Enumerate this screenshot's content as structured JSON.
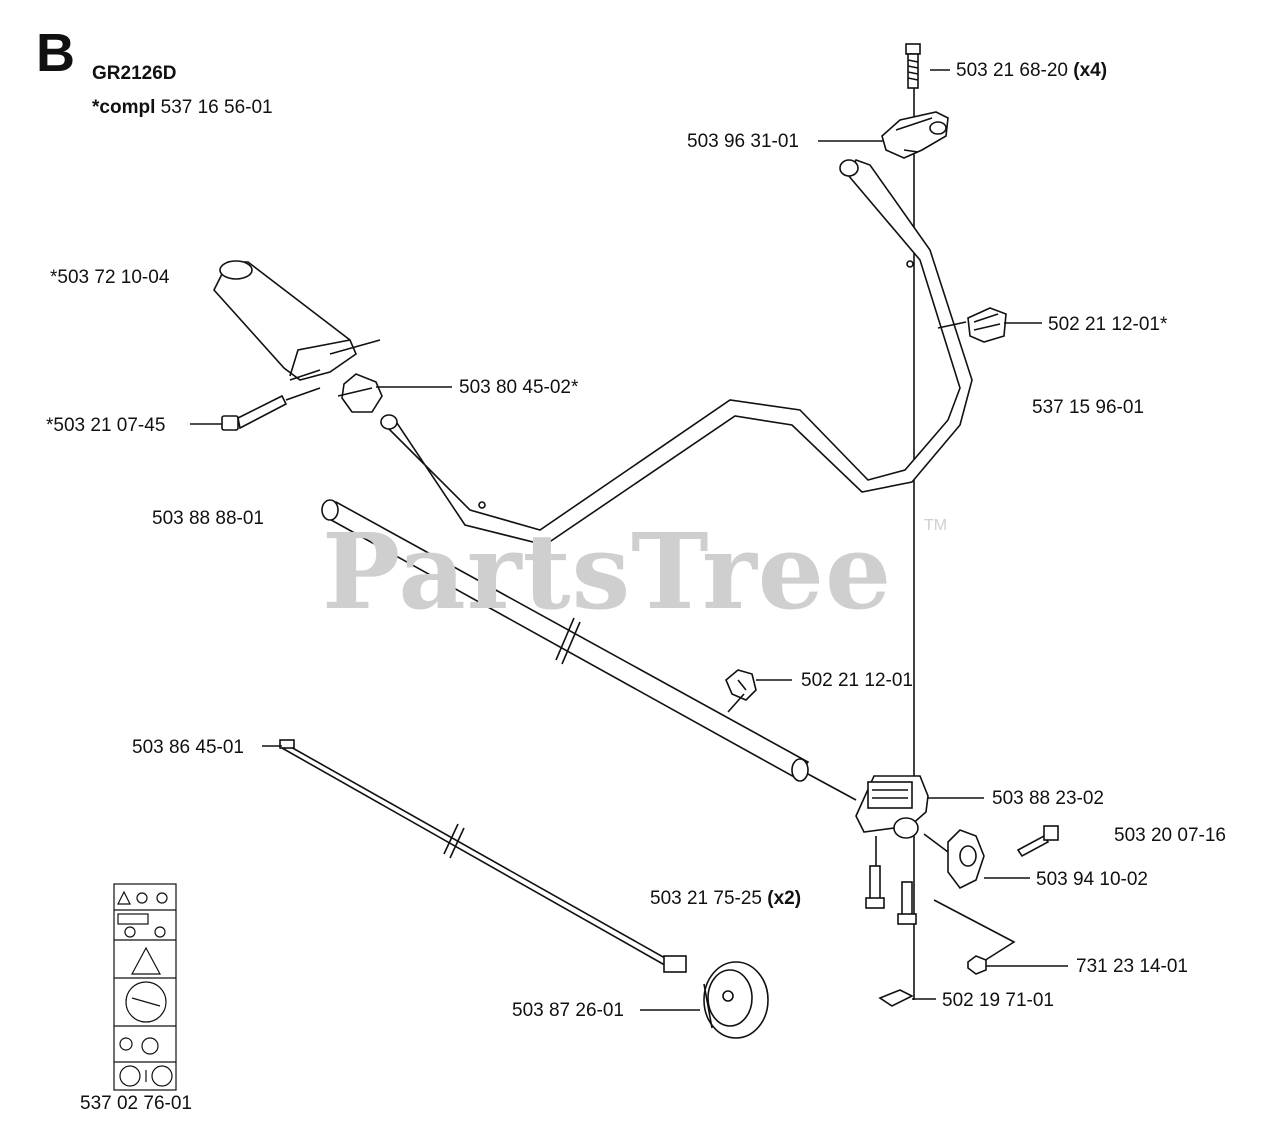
{
  "header": {
    "section_letter": "B",
    "model": "GR2126D",
    "compl_prefix": "*compl",
    "compl_number": "537 16 56-01"
  },
  "parts": {
    "p1": "503 21 68-20",
    "p1_qty": "(x4)",
    "p2": "503 96 31-01",
    "p3": "*503 72 10-04",
    "p4": "502 21 12-01*",
    "p5": "503 80 45-02*",
    "p6": "*503 21 07-45",
    "p7": "537 15 96-01",
    "p8": "503 88 88-01",
    "p9": "502 21 12-01",
    "p10": "503 86 45-01",
    "p11": "503 88 23-02",
    "p12": "503 20 07-16",
    "p13": "503 94 10-02",
    "p14": "503 21 75-25",
    "p14_qty": "(x2)",
    "p15": "731 23 14-01",
    "p16": "503 87 26-01",
    "p17": "502 19 71-01",
    "p18": "537 02 76-01"
  },
  "watermark": {
    "text": "PartsTree",
    "tm": "TM"
  },
  "colors": {
    "line": "#111111",
    "watermark": "#cfcfcf",
    "background": "#ffffff"
  }
}
